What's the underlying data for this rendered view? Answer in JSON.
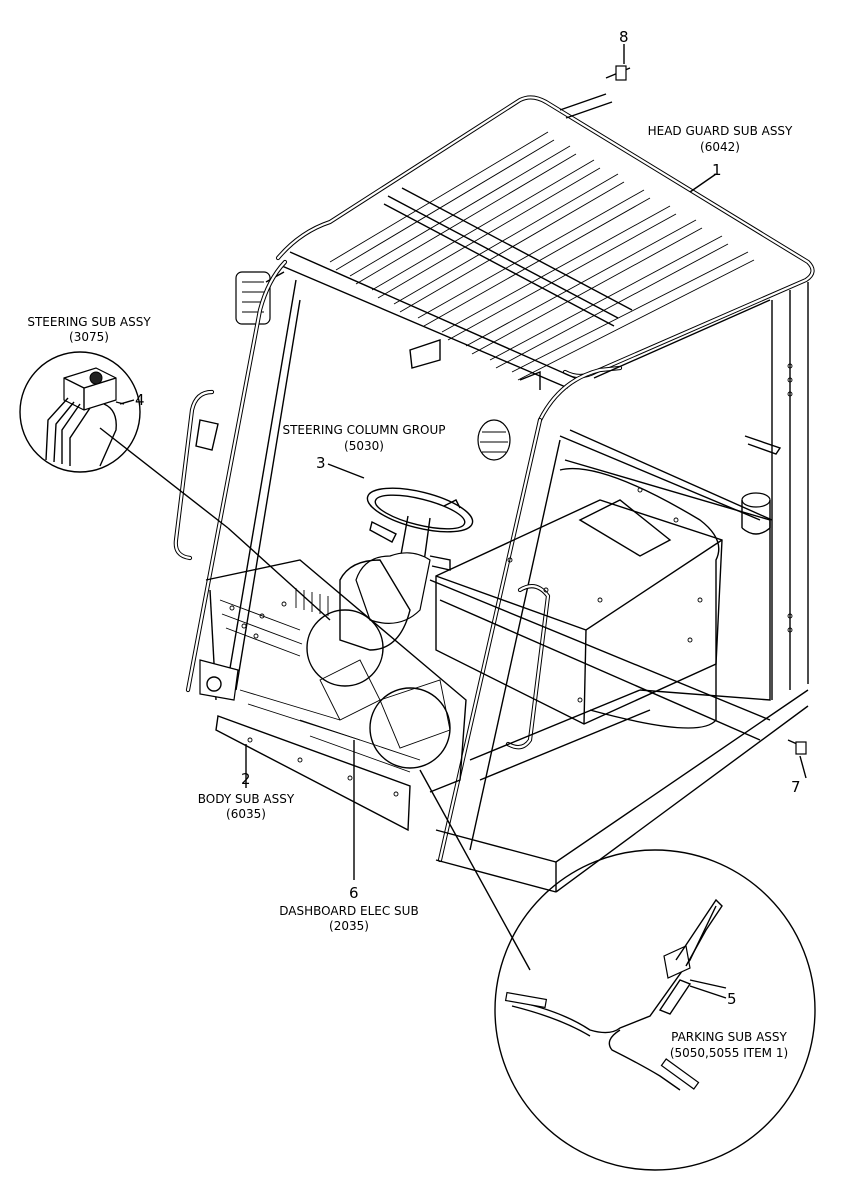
{
  "callouts": [
    {
      "id": "1",
      "number": "1",
      "title": "HEAD GUARD SUB ASSY",
      "code": "(6042)"
    },
    {
      "id": "2",
      "number": "2",
      "title": "BODY SUB ASSY",
      "code": "(6035)"
    },
    {
      "id": "3",
      "number": "3",
      "title": "STEERING COLUMN GROUP",
      "code": "(5030)"
    },
    {
      "id": "4",
      "number": "4",
      "title": "STEERING SUB ASSY",
      "code": "(3075)"
    },
    {
      "id": "5",
      "number": "5",
      "title": "PARKING SUB ASSY",
      "code": "(5050,5055 ITEM 1)"
    },
    {
      "id": "6",
      "number": "6",
      "title": "DASHBOARD ELEC SUB",
      "code": "(2035)"
    },
    {
      "id": "7",
      "number": "7",
      "title": "",
      "code": ""
    },
    {
      "id": "8",
      "number": "8",
      "title": "",
      "code": ""
    }
  ]
}
